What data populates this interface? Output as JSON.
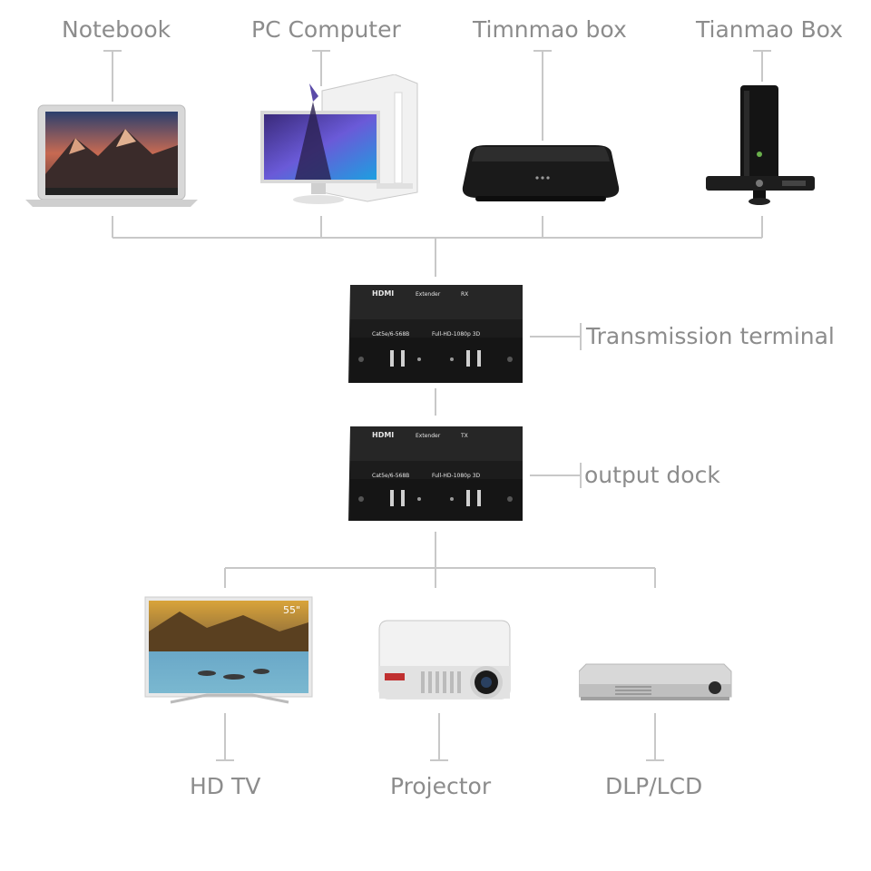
{
  "sources": [
    {
      "label": "Notebook",
      "icon": "laptop-icon"
    },
    {
      "label": "PC Computer",
      "icon": "pc-computer-icon"
    },
    {
      "label": "Timnmao box",
      "icon": "tv-box-icon"
    },
    {
      "label": "Tianmao Box",
      "icon": "game-console-icon"
    }
  ],
  "transmitter": {
    "label": "Transmission terminal",
    "brand": "HDMI",
    "model": "Extender",
    "tag": "RX",
    "spec_left": "Cat5e/6-568B",
    "spec_right": "Full-HD-1080p 3D"
  },
  "receiver": {
    "label": "output dock",
    "brand": "HDMI",
    "model": "Extender",
    "tag": "TX",
    "spec_left": "Cat5e/6-568B",
    "spec_right": "Full-HD-1080p 3D"
  },
  "outputs": [
    {
      "label": "HD TV",
      "icon": "tv-icon",
      "badge": "55\""
    },
    {
      "label": "Projector",
      "icon": "projector-icon"
    },
    {
      "label": "DLP/LCD",
      "icon": "dlp-projector-icon"
    }
  ],
  "colors": {
    "line": "#c8c8c8",
    "text": "#8c8c8c",
    "device_body": "#1c1c1c"
  }
}
